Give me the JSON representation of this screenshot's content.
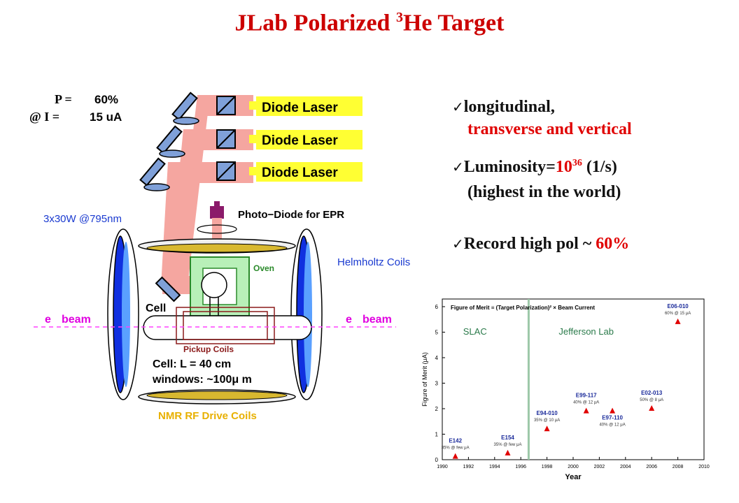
{
  "title": {
    "main": "JLab Polarized ",
    "sup": "3",
    "rest": "He Target"
  },
  "apparatus": {
    "pol_label": "P =",
    "pol_value": "60%",
    "current_label": "@ I =",
    "current_value": "15 uA",
    "lasers": [
      "Diode Laser",
      "Diode Laser",
      "Diode Laser"
    ],
    "laser_power": "3x30W @795nm",
    "photodiode": "Photo−Diode for EPR",
    "helmholtz": "Helmholtz Coils",
    "oven": "Oven",
    "cell": "Cell",
    "beam_left": "beam",
    "beam_right": "beam",
    "electron": "e",
    "pickup": "Pickup Coils",
    "cell_length": "Cell:  L = 40 cm",
    "windows": "windows:  ~100μ m",
    "nmr": "NMR RF Drive Coils",
    "colors": {
      "laser_beam": "#f5a6a0",
      "coil_blue": "#1030e0",
      "oven": "#70d070",
      "yellow": "#ffff33",
      "pickup": "#8b1a1a"
    }
  },
  "bullets": [
    {
      "line1": "longitudinal,",
      "line2": "transverse  and vertical"
    },
    {
      "line1_a": "Luminosity=",
      "line1_b": "10",
      "line1_sup": "36",
      "line1_c": " (1/s)",
      "line2": "(highest in the world)"
    },
    {
      "line1_a": "Record high pol ~ ",
      "line1_b": "60%"
    }
  ],
  "chart_data": {
    "type": "scatter",
    "title": "Figure of Merit ≡ (Target Polarization)² × Beam Current",
    "xlabel": "Year",
    "ylabel": "Figure of Merit (μA)",
    "xlim": [
      1990,
      2010
    ],
    "ylim": [
      0,
      6.3
    ],
    "xticks": [
      1990,
      1992,
      1994,
      1996,
      1998,
      2000,
      2002,
      2004,
      2006,
      2008,
      2010
    ],
    "yticks": [
      0,
      1,
      2,
      3,
      4,
      5,
      6
    ],
    "regions": [
      {
        "label": "SLAC",
        "x": 1992.5
      },
      {
        "label": "Jefferson Lab",
        "x": 2001
      }
    ],
    "divider_x": 1996.6,
    "points": [
      {
        "name": "E142",
        "sub": "35% @ few μA",
        "x": 1991,
        "y": 0.12
      },
      {
        "name": "E154",
        "sub": "35% @ few μA",
        "x": 1995,
        "y": 0.25
      },
      {
        "name": "E94-010",
        "sub": "35% @ 10 μA",
        "x": 1998,
        "y": 1.2
      },
      {
        "name": "E99-117",
        "sub": "40% @ 12 μA",
        "x": 2001,
        "y": 1.9
      },
      {
        "name": "E97-110",
        "sub": "40% @ 12 μA",
        "x": 2003,
        "y": 1.9
      },
      {
        "name": "E02-013",
        "sub": "50% @ 8 μA",
        "x": 2006,
        "y": 2.0
      },
      {
        "name": "E06-010",
        "sub": "60% @ 15 μA",
        "x": 2008,
        "y": 5.4
      }
    ],
    "grid": false,
    "legend": "none"
  }
}
